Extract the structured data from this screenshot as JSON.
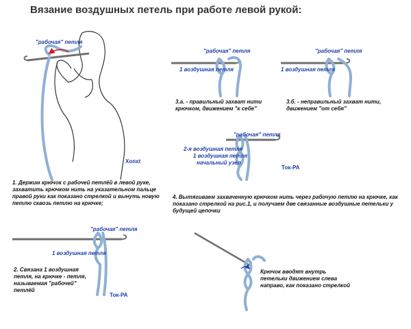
{
  "title": "Вязание воздушных петель при работе левой рукой:",
  "colors": {
    "yarn": "#8fb0d4",
    "hook": "#6f6f6f",
    "ink": "#1f3fa8",
    "arrow": "#d11a1a"
  },
  "panel1": {
    "working_loop": "\"рабочая\" петля",
    "signature": "Xoпxt",
    "caption": "1. Держим крючок с рабочей петлёй в левой руке, захватить крючком нить на указательном пальце правой руки как показано стрелкой и вынуть новую петлю сквозь петлю на крючке;"
  },
  "panel2": {
    "working_loop": "\"рабочая\" петля",
    "chain1": "1 воздушная петля",
    "caption": "2. Связана 1 воздушная петля, на крючке - петля, называемая \"рабочей\" петлёй",
    "signature": "Ток-РА"
  },
  "panel3a": {
    "working_loop": "\"рабочая\" петля",
    "chain1": "1 воздушная петля",
    "caption": "3.а. - правильный захват нити крючком, движением \"к себе\""
  },
  "panel3b": {
    "working_loop": "\"рабочая\" петля",
    "chain1": "1 воздушная петля",
    "caption": "3.б. - неправильный захват нити, движением \"от себя\""
  },
  "panel4": {
    "working_loop": "\"рабочая\" петля",
    "chain2": "2-я воздушная петля",
    "chain1": "1 воздушная петля",
    "start_knot": "начальный узел",
    "signature": "Ток-РА",
    "caption": "4. Вытягиваем захваченную крючком нить через рабочую петлю на крючке, как показано стрелкой на рис.1, и получаем две связанные воздушные петельки у будущей цепочки"
  },
  "panel5": {
    "caption": "Крючок вводят внутрь петельки движением слева направо, как показано стрелкой"
  }
}
